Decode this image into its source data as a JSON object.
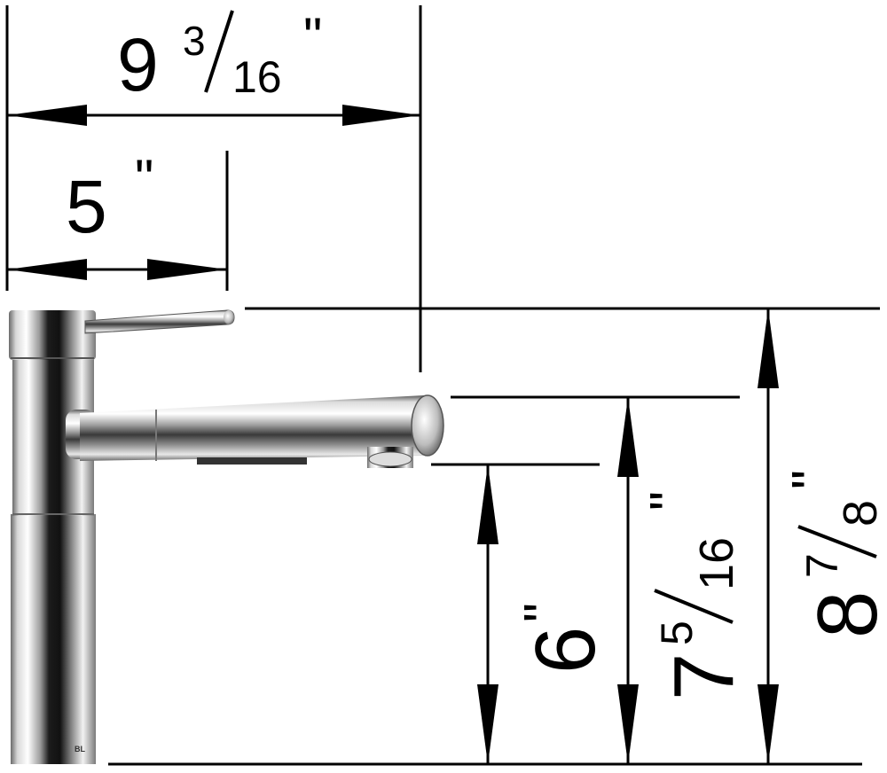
{
  "dimensions": {
    "overall_reach": {
      "whole": "9",
      "numerator": "3",
      "denominator": "16",
      "unit": "\""
    },
    "handle_reach": {
      "whole": "5",
      "unit": "\""
    },
    "spout_underside_height": {
      "whole": "6",
      "unit": "\""
    },
    "spout_top_height": {
      "whole": "7",
      "numerator": "5",
      "denominator": "16",
      "unit": "\""
    },
    "overall_height": {
      "whole": "8",
      "numerator": "7",
      "denominator": "8",
      "unit": "\""
    }
  },
  "faucet": {
    "finish": "chrome",
    "base_logo_text": "BL"
  },
  "colors": {
    "line": "#000000",
    "background": "#ffffff",
    "chrome_dark": "#2a2a2a",
    "chrome_light": "#f4f4f4"
  }
}
